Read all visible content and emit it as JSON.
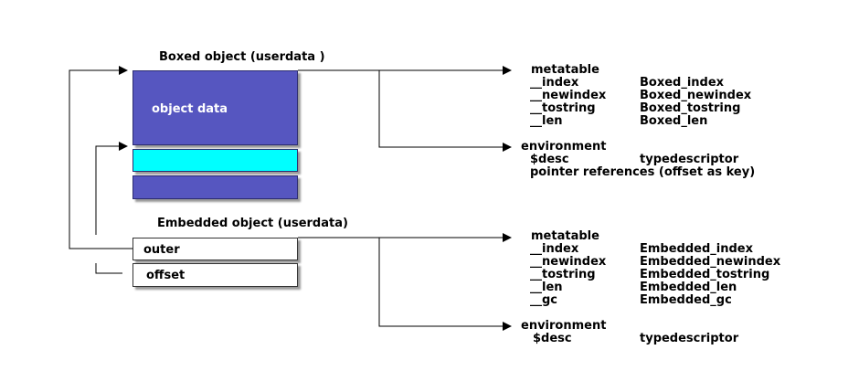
{
  "boxed": {
    "title": "Boxed object (userdata )",
    "object_data": "object data"
  },
  "embedded": {
    "title": "Embedded object (userdata)",
    "outer": "outer",
    "offset": "offset"
  },
  "boxed_metatable": {
    "title": "metatable",
    "rows": [
      {
        "key": "__index",
        "value": "Boxed_index"
      },
      {
        "key": "__newindex",
        "value": "Boxed_newindex"
      },
      {
        "key": "__tostring",
        "value": "Boxed_tostring"
      },
      {
        "key": "__len",
        "value": "Boxed_len"
      }
    ]
  },
  "boxed_environment": {
    "title": "environment",
    "desc_key": "$desc",
    "desc_value": "typedescriptor",
    "pointer_refs": "pointer references (offset as key)"
  },
  "embedded_metatable": {
    "title": "metatable",
    "rows": [
      {
        "key": "__index",
        "value": "Embedded_index"
      },
      {
        "key": "__newindex",
        "value": "Embedded_newindex"
      },
      {
        "key": "__tostring",
        "value": "Embedded_tostring"
      },
      {
        "key": "__len",
        "value": "Embedded_len"
      },
      {
        "key": "__gc",
        "value": "Embedded_gc"
      }
    ]
  },
  "embedded_environment": {
    "title": "environment",
    "desc_key": "$desc",
    "desc_value": "typedescriptor"
  },
  "colors": {
    "block_blue": "#5656c0",
    "block_cyan": "#00ffff",
    "line": "#000000"
  }
}
